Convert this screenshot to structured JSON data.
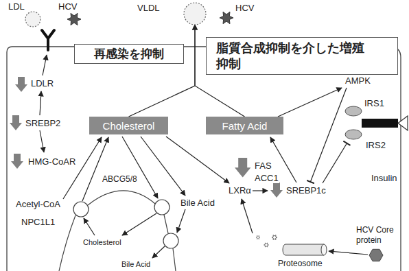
{
  "diagram": {
    "nodes": [
      {
        "text": [
          "LDL"
        ]
      },
      {
        "text": [
          "VLDL"
        ]
      },
      {
        "text": [
          "再感染を抑制"
        ]
      },
      {
        "text": [
          "脂質合成抑制を介した増殖 抑制"
        ]
      },
      {
        "text": [
          "Cholesterol"
        ]
      },
      {
        "text": [
          "Fatty Acid"
        ]
      }
    ],
    "edges": [
      {
        "from": 4,
        "to": 1,
        "arrow": "to"
      },
      {
        "from": 5,
        "to": 1,
        "arrow": "to"
      }
    ],
    "labels": [
      "HCV",
      "HCV",
      "AMPK",
      "LDLR",
      "SREBP2",
      "HMG-CoAR",
      "IRS1",
      "IRS2",
      "Insulin",
      "FAS",
      "ACC1",
      "LXRα",
      "SREBP1c",
      "Acetyl-CoA",
      "NPC1L1",
      "ABCG5/8",
      "Bile Acid",
      "Cholesterol",
      "Bile Acid",
      "Proteosome",
      "HCV Core protein"
    ]
  }
}
